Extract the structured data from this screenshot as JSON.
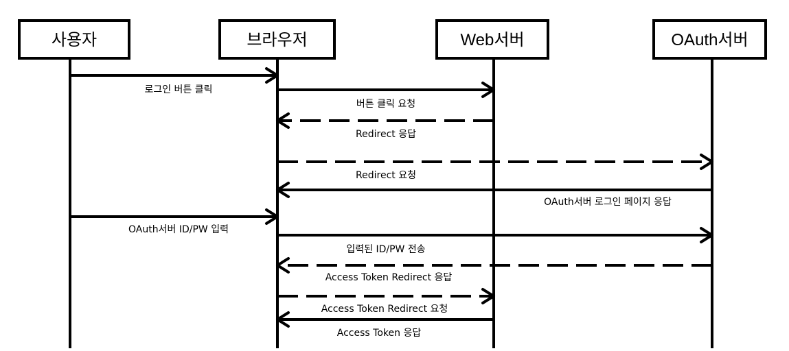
{
  "participants": [
    {
      "id": "user",
      "label": "사용자"
    },
    {
      "id": "browser",
      "label": "브라우저"
    },
    {
      "id": "web",
      "label": "Web서버"
    },
    {
      "id": "oauth",
      "label": "OAuth서버"
    }
  ],
  "messages": [
    {
      "from": "user",
      "to": "browser",
      "label": "로그인 버튼 클릭",
      "style": "solid"
    },
    {
      "from": "browser",
      "to": "web",
      "label": "버튼 클릭 요청",
      "style": "solid"
    },
    {
      "from": "web",
      "to": "browser",
      "label": "Redirect 응답",
      "style": "dashed"
    },
    {
      "from": "browser",
      "to": "oauth",
      "label": "Redirect 요청",
      "style": "dashed"
    },
    {
      "from": "oauth",
      "to": "browser",
      "label": "OAuth서버 로그인 페이지 응답",
      "style": "solid"
    },
    {
      "from": "user",
      "to": "browser",
      "label": "OAuth서버 ID/PW 입력",
      "style": "solid"
    },
    {
      "from": "browser",
      "to": "oauth",
      "label": "입력된 ID/PW 전송",
      "style": "solid"
    },
    {
      "from": "oauth",
      "to": "browser",
      "label": "Access Token Redirect 응답",
      "style": "dashed"
    },
    {
      "from": "browser",
      "to": "web",
      "label": "Access Token Redirect 요청",
      "style": "dashed"
    },
    {
      "from": "web",
      "to": "browser",
      "label": "Access Token 응답",
      "style": "solid"
    }
  ]
}
